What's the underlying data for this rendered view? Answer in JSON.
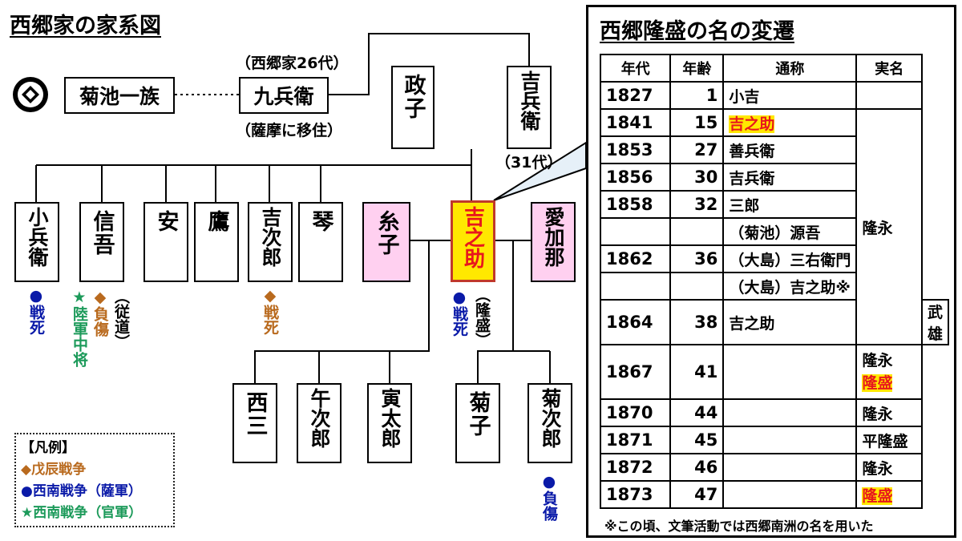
{
  "left": {
    "title": "西郷家の家系図",
    "clan": "菊池一族",
    "kyubee": "九兵衛",
    "kyubee_note_top": "（西郷家26代）",
    "kyubee_note_bottom": "（薩摩に移住）",
    "masako": "政子",
    "kichibee": "吉兵衛",
    "kichibee_note": "（31代）",
    "children": [
      "小兵衛",
      "信吾",
      "安",
      "鷹",
      "吉次郎",
      "琴",
      "糸子",
      "吉之助",
      "愛加那"
    ],
    "grandchildren": [
      "西三",
      "午次郎",
      "寅太郎",
      "菊子",
      "菊次郎"
    ],
    "notes": {
      "kohee_mark": "●",
      "kohee_text": "戦死",
      "shingo_mark1": "★",
      "shingo_text1": "陸軍中将",
      "shingo_mark2": "◆",
      "shingo_text2": "負傷",
      "shingo_text3": "（従道）",
      "kichijiro_mark": "◆",
      "kichijiro_text": "戦死",
      "kichinosuke_mark": "●",
      "kichinosuke_text": "戦死",
      "kichinosuke_alias": "（隆盛）",
      "kikujiro_mark": "●",
      "kikujiro_text": "負傷"
    },
    "legend": {
      "title": "【凡例】",
      "boshin": "◆戊辰戦争",
      "seinan_satsuma": "●西南戦争（薩軍）",
      "seinan_kangun": "★西南戦争（官軍）"
    }
  },
  "panel": {
    "title": "西郷隆盛の名の変遷",
    "headers": [
      "年代",
      "年齢",
      "通称",
      "実名"
    ],
    "rows": [
      {
        "year": "1827",
        "age": "1",
        "name": "小吉",
        "real": ""
      },
      {
        "year": "1841",
        "age": "15",
        "name": "吉之助",
        "real": ""
      },
      {
        "year": "1853",
        "age": "27",
        "name": "善兵衛",
        "real": ""
      },
      {
        "year": "1856",
        "age": "30",
        "name": "吉兵衛",
        "real": ""
      },
      {
        "year": "1858",
        "age": "32",
        "name": "三郎",
        "real": "隆永"
      },
      {
        "year": "",
        "age": "",
        "name": "（菊池）源吾",
        "real": ""
      },
      {
        "year": "1862",
        "age": "36",
        "name": "（大島）三右衛門",
        "real": ""
      },
      {
        "year": "",
        "age": "",
        "name": "（大島）吉之助※",
        "real": ""
      },
      {
        "year": "1864",
        "age": "38",
        "name": "吉之助",
        "real": "武雄"
      },
      {
        "year": "1867",
        "age": "41",
        "name": "",
        "real": "隆永",
        "real2": "隆盛"
      },
      {
        "year": "1870",
        "age": "44",
        "name": "",
        "real": "隆永"
      },
      {
        "year": "1871",
        "age": "45",
        "name": "",
        "real": "平隆盛"
      },
      {
        "year": "1872",
        "age": "46",
        "name": "",
        "real": "隆永"
      },
      {
        "year": "1873",
        "age": "47",
        "name": "",
        "real": "隆盛"
      }
    ],
    "footnote": "※この頃、文筆活動では西郷南洲の名を用いた"
  },
  "colors": {
    "highlight": "#ffe800",
    "highlight_text": "#e8171d",
    "pink": "#ffd0f0",
    "blue": "#0a1aa8",
    "orange": "#b96a1e",
    "green": "#1c9a5a"
  }
}
